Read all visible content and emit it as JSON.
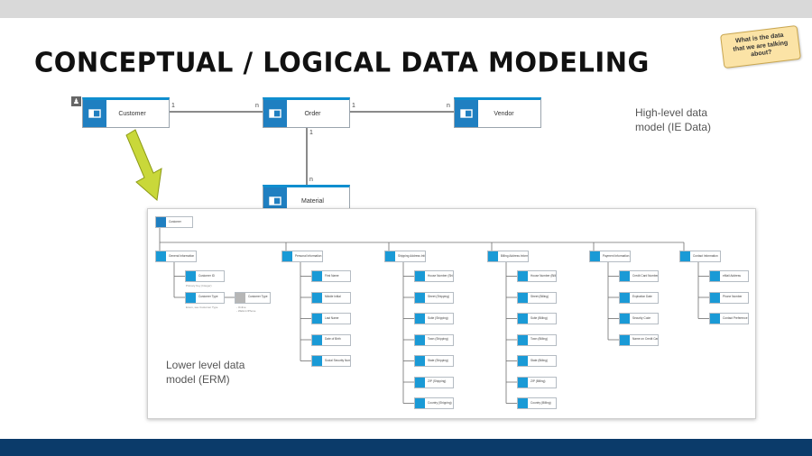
{
  "slide": {
    "title": "CONCEPTUAL / LOGICAL DATA MODELING",
    "sticky_note": "What is the data that we are talking about?",
    "high_level_note": "High-level data model (IE Data)",
    "low_level_note": "Lower level data model (ERM)"
  },
  "colors": {
    "top_bar": "#d9d9d9",
    "bottom_bar": "#0b3b6a",
    "entity_accent": "#0f8ecf",
    "entity_icon": "#1f7fc1",
    "arrow": "#c9d83a",
    "sticky": "#fbe3a6"
  },
  "high_level": {
    "entities": [
      {
        "name": "Customer"
      },
      {
        "name": "Order"
      },
      {
        "name": "Vendor"
      },
      {
        "name": "Material"
      }
    ],
    "relations": [
      {
        "from": "Customer",
        "to": "Order",
        "from_card": "1",
        "to_card": "n"
      },
      {
        "from": "Order",
        "to": "Vendor",
        "from_card": "1",
        "to_card": "n"
      },
      {
        "from": "Order",
        "to": "Material",
        "from_card": "1",
        "to_card": "n"
      }
    ]
  },
  "erm": {
    "root": "Customer",
    "groups": [
      {
        "name": "General Information",
        "children": [
          {
            "name": "Customer ID",
            "caption": "Primary Key (Integer)"
          },
          {
            "name": "Customer Type",
            "caption": "Enum, see Customer Type",
            "sub": {
              "name": "Customer Type",
              "captions": [
                "- Online",
                "- Walk-In/Phone"
              ]
            }
          }
        ]
      },
      {
        "name": "Personal Information",
        "children": [
          {
            "name": "First Name"
          },
          {
            "name": "Middle Initial"
          },
          {
            "name": "Last Name"
          },
          {
            "name": "Date of Birth"
          },
          {
            "name": "Social Security Number"
          }
        ]
      },
      {
        "name": "Shipping Address Information",
        "children": [
          {
            "name": "House Number (Shipping)"
          },
          {
            "name": "Street (Shipping)"
          },
          {
            "name": "Suite (Shipping)"
          },
          {
            "name": "Town (Shipping)"
          },
          {
            "name": "State (Shipping)"
          },
          {
            "name": "ZIP (Shipping)"
          },
          {
            "name": "Country (Shipping)"
          }
        ]
      },
      {
        "name": "Billing Address Information",
        "children": [
          {
            "name": "House Number (Billing)"
          },
          {
            "name": "Street (Billing)"
          },
          {
            "name": "Suite (Billing)"
          },
          {
            "name": "Town (Billing)"
          },
          {
            "name": "State (Billing)"
          },
          {
            "name": "ZIP (Billing)"
          },
          {
            "name": "Country (Billing)"
          }
        ]
      },
      {
        "name": "Payment Information",
        "children": [
          {
            "name": "Credit Card Number"
          },
          {
            "name": "Expiration Date"
          },
          {
            "name": "Security Code"
          },
          {
            "name": "Name on Credit Card"
          }
        ]
      },
      {
        "name": "Contact Information",
        "children": [
          {
            "name": "eMail Address"
          },
          {
            "name": "Phone Number"
          },
          {
            "name": "Contact Preference"
          }
        ]
      }
    ]
  }
}
